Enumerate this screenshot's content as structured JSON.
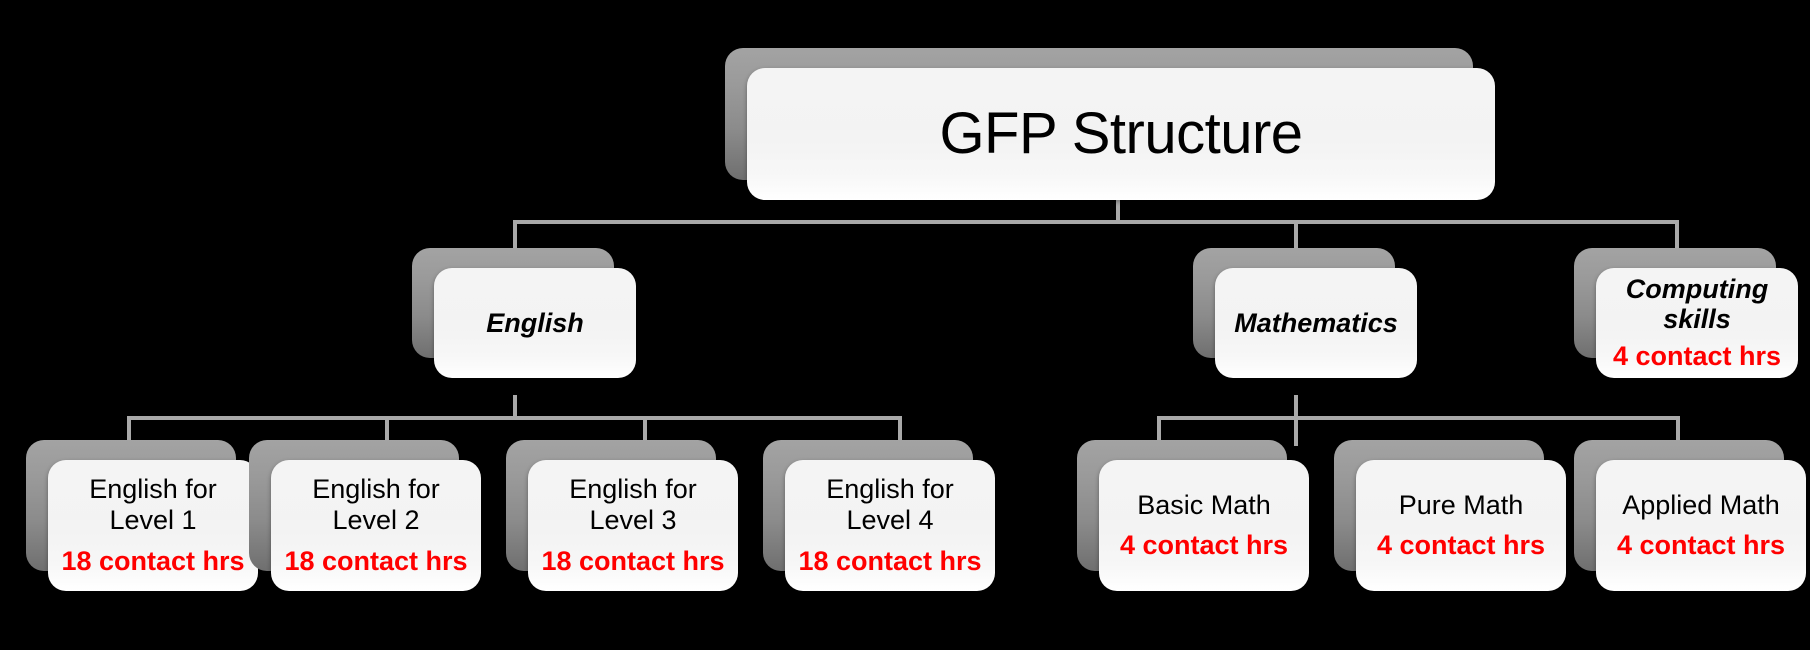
{
  "diagram": {
    "type": "organizational-hierarchy",
    "title": "GFP Structure",
    "background_color": "#000000",
    "connector_color": "#a9a9a9",
    "accent_color": "#ff0000",
    "card_color": "#f4f4f4",
    "shadow_color": "#8b8b8b"
  },
  "root": {
    "label": "GFP Structure"
  },
  "branches": [
    {
      "id": "english",
      "label": "English",
      "label_line1": "English",
      "label_line2": "",
      "hours": "",
      "children": [
        {
          "id": "english-level-1",
          "line1": "English for",
          "line2": "Level 1",
          "hours": "18 contact hrs"
        },
        {
          "id": "english-level-2",
          "line1": "English for",
          "line2": "Level 2",
          "hours": "18 contact hrs"
        },
        {
          "id": "english-level-3",
          "line1": "English for",
          "line2": "Level 3",
          "hours": "18 contact hrs"
        },
        {
          "id": "english-level-4",
          "line1": "English for",
          "line2": "Level 4",
          "hours": "18 contact hrs"
        }
      ]
    },
    {
      "id": "mathematics",
      "label": "Mathematics",
      "label_line1": "Mathematics",
      "label_line2": "",
      "hours": "",
      "children": [
        {
          "id": "basic-math",
          "line1": "Basic Math",
          "line2": "",
          "hours": "4 contact hrs"
        },
        {
          "id": "pure-math",
          "line1": "Pure Math",
          "line2": "",
          "hours": "4 contact hrs"
        },
        {
          "id": "applied-math",
          "line1": "Applied Math",
          "line2": "",
          "hours": "4 contact hrs"
        }
      ]
    },
    {
      "id": "computing-skills",
      "label": "Computing skills",
      "label_line1": "Computing",
      "label_line2": "skills",
      "hours": "4 contact hrs",
      "children": []
    }
  ]
}
